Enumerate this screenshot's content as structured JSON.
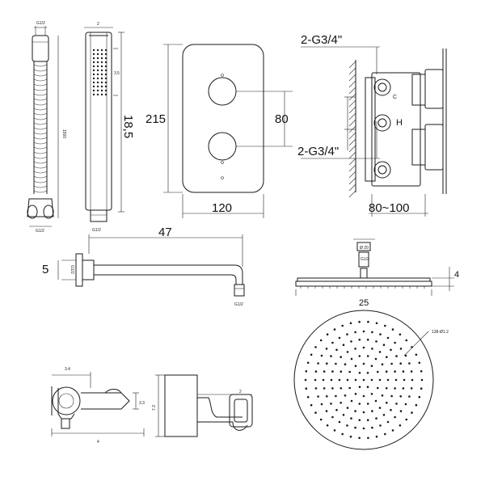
{
  "drawing": {
    "hose": {
      "thread_label": "G1/2",
      "length_label": "1500",
      "bottom_label": "G1/2"
    },
    "handset": {
      "top_label": "2",
      "side_label": "3.5",
      "length_label": "18,5",
      "bottom_label": "G1/2"
    },
    "plate": {
      "height_label": "215",
      "spacing_label": "80",
      "width_label": "120"
    },
    "valve": {
      "top_inlet_label": "2-G3/4\"",
      "bottom_inlet_label": "2-G3/4\"",
      "depth_label": "80~100",
      "h_mark": "H",
      "c_mark": "C"
    },
    "arm": {
      "length_label": "47",
      "height_label": "5",
      "wall_thread_label": "G1/2",
      "outlet_thread_label": "G1/2"
    },
    "head_side": {
      "width_label": "25",
      "thickness_label": "4",
      "thread_label": "G1/2",
      "top_label": "Ø 20"
    },
    "head_face": {
      "holes_label": "138-Ø1.2"
    },
    "outlet": {
      "top_label": "3.4",
      "side_label": "3.3",
      "bottom_label": "4"
    },
    "holder": {
      "top_label": "2",
      "height_label": "7.3"
    }
  }
}
